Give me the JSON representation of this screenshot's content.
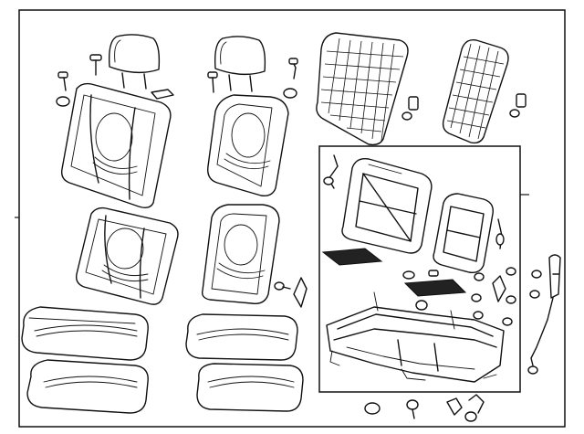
{
  "diagram": {
    "outer_frame": true,
    "inset_frame": true,
    "parts": [
      "headrest-left",
      "headrest-right",
      "seatback-upper-left",
      "seatback-upper-right",
      "seatback-lower-left",
      "seatback-lower-right",
      "cushion-left-top",
      "cushion-left-bottom",
      "cushion-right-top",
      "cushion-right-bottom",
      "back-frame-grid-left",
      "back-frame-grid-right",
      "inset-seat-frame-left",
      "inset-seat-frame-right",
      "seat-base-track",
      "seatbelt-anchor"
    ]
  }
}
